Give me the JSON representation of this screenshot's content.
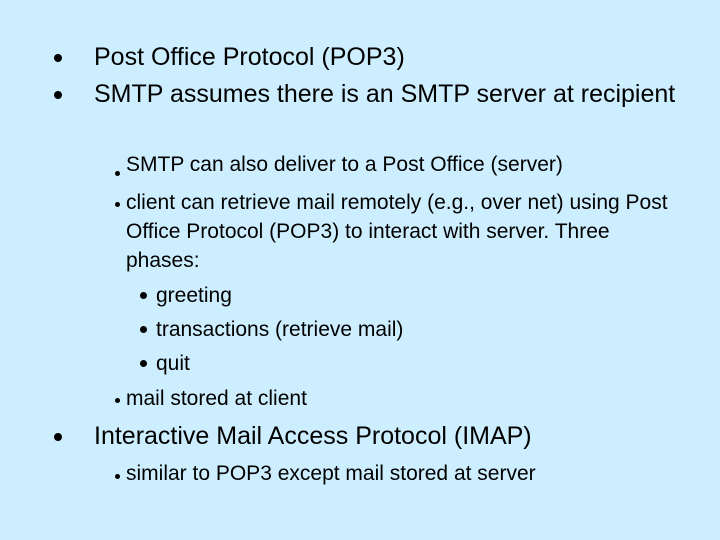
{
  "slide": {
    "items": [
      {
        "text": "Post Office Protocol (POP3)"
      },
      {
        "text": "SMTP assumes there is an SMTP server at recipient",
        "subitems": [
          {
            "text": "SMTP can  also deliver to a Post Office (server)"
          },
          {
            "text": "client can retrieve mail remotely (e.g., over net) using Post Office Protocol (POP3) to interact with server.  Three phases:",
            "phases": [
              "greeting",
              "transactions (retrieve mail)",
              "quit"
            ]
          },
          {
            "text": "mail stored at client"
          }
        ]
      },
      {
        "text": "Interactive Mail Access Protocol (IMAP)",
        "subitems": [
          {
            "text": "similar to POP3 except mail stored at server"
          }
        ]
      }
    ]
  }
}
